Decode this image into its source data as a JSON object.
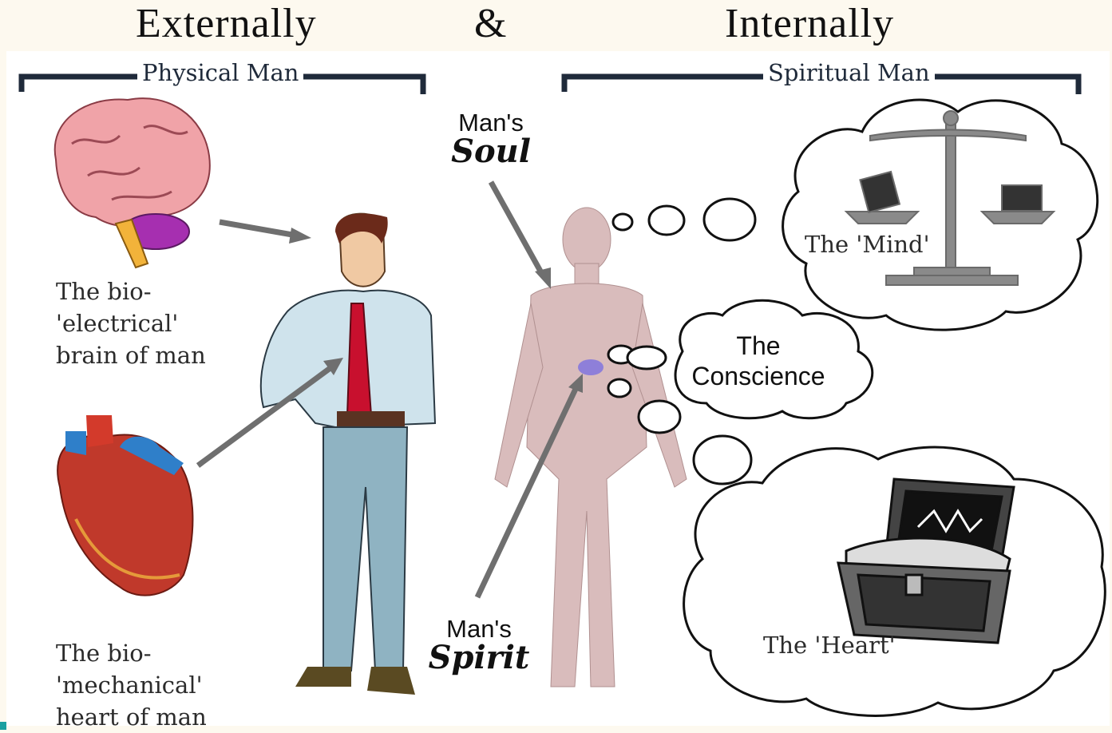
{
  "header": {
    "left": "Externally",
    "middle": "&",
    "right": "Internally"
  },
  "physical": {
    "label": "Physical Man",
    "brain_caption": [
      "The bio-",
      "'electrical'",
      "brain of man"
    ],
    "heart_caption": [
      "The bio-",
      "'mechanical'",
      "heart of man"
    ]
  },
  "spiritual": {
    "label": "Spiritual Man",
    "soul": {
      "line1": "Man's",
      "line2": "Soul"
    },
    "spirit": {
      "line1": "Man's",
      "line2": "Spirit"
    },
    "mind": "The 'Mind'",
    "conscience": {
      "line1": "The",
      "line2": "Conscience"
    },
    "heart": "The 'Heart'"
  },
  "colors": {
    "bracket": "#1f2a3a",
    "arrow": "#6f6f6f",
    "tie": "#c8102e",
    "shirt": "#cfe3ec",
    "jeans": "#8fb3c2",
    "brain": "#f0a3a8",
    "heart_organ": "#c0392b",
    "body_texture": "#d9bcbc"
  }
}
